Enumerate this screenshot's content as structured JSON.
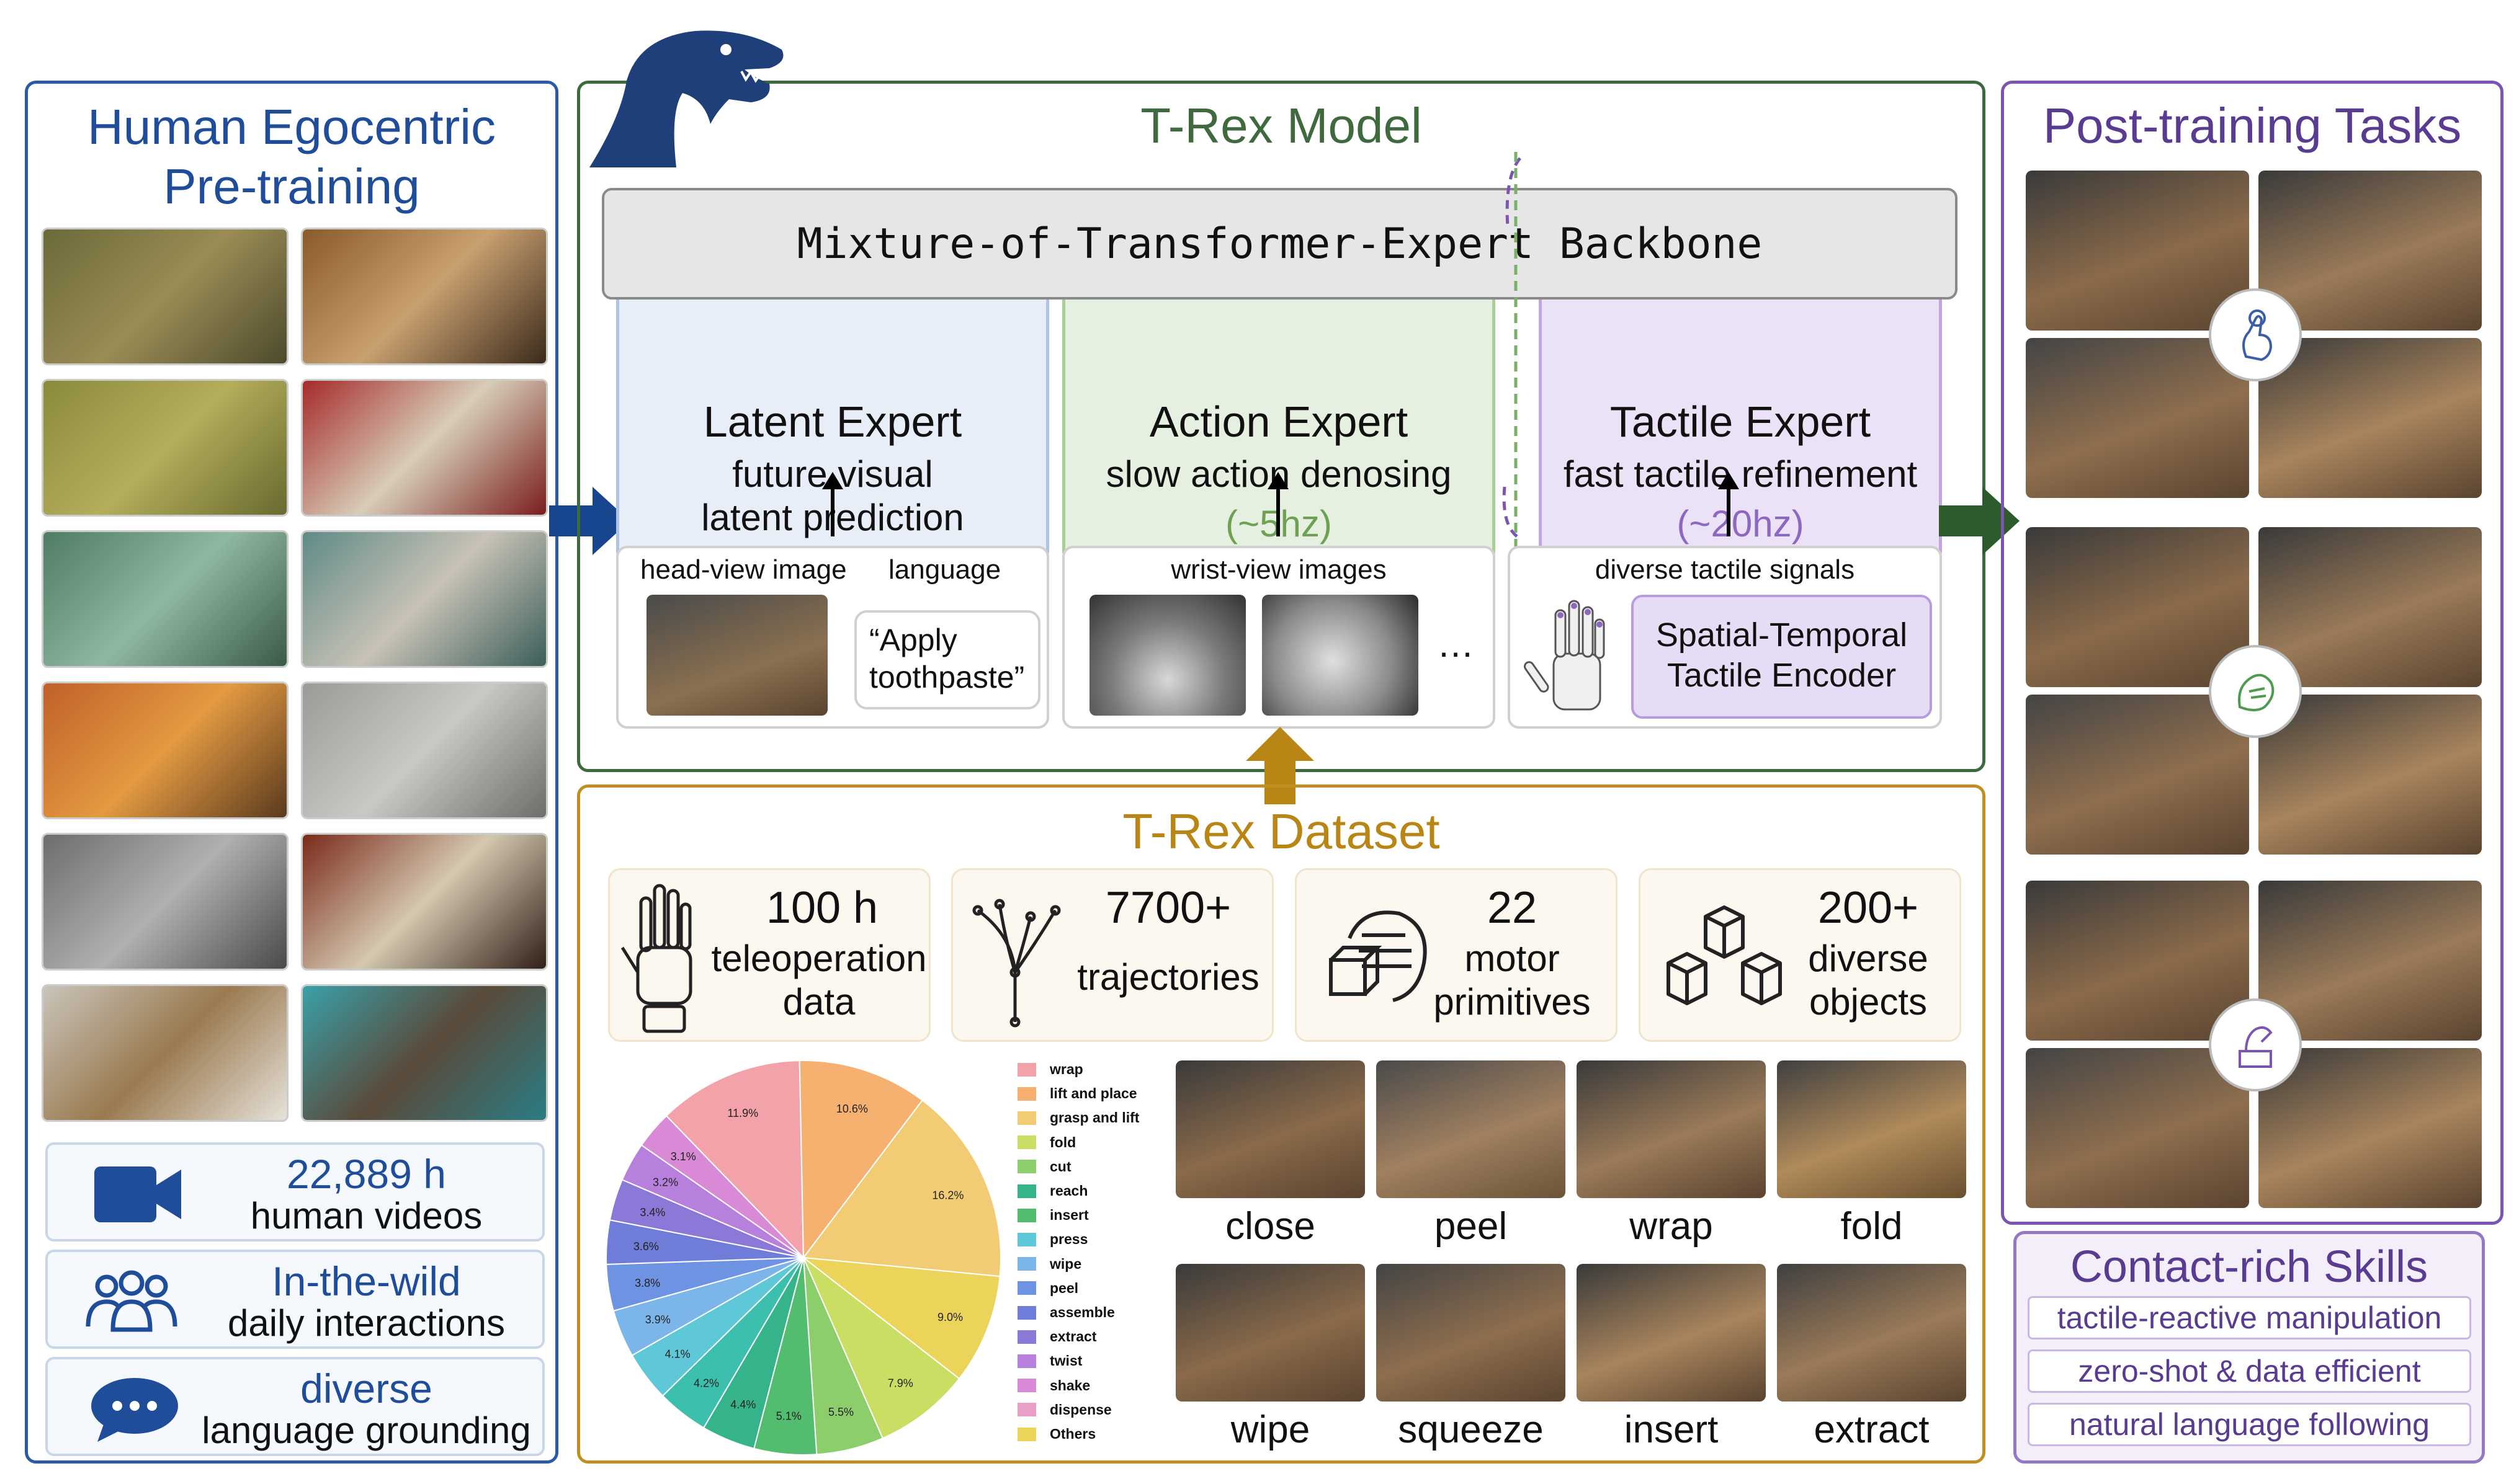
{
  "left": {
    "title_line1": "Human Egocentric",
    "title_line2": "Pre-training",
    "stats": [
      {
        "value": "22,889 h",
        "label": "human videos",
        "icon": "video-camera-icon"
      },
      {
        "value": "In-the-wild",
        "label": "daily interactions",
        "icon": "people-icon"
      },
      {
        "value": "diverse",
        "label": "language grounding",
        "icon": "chat-bubble-icon"
      }
    ]
  },
  "model": {
    "title": "T-Rex Model",
    "backbone": "Mixture-of-Transformer-Expert Backbone",
    "experts": [
      {
        "title": "Latent Expert",
        "line1": "future visual",
        "line2": "latent prediction",
        "line3": ""
      },
      {
        "title": "Action Expert",
        "line1": "slow action denosing",
        "line2": "(~5hz)",
        "line3": ""
      },
      {
        "title": "Tactile Expert",
        "line1": "fast tactile refinement",
        "line2": "(~20hz)",
        "line3": ""
      }
    ],
    "inputs": {
      "head_view_label": "head-view image",
      "language_label": "language",
      "quote_line1": "“Apply",
      "quote_line2": "toothpaste”",
      "wrist_view_label": "wrist-view images",
      "ellipsis": "…",
      "tactile_label": "diverse tactile signals",
      "encoder_line1": "Spatial-Temporal",
      "encoder_line2": "Tactile Encoder"
    }
  },
  "dataset": {
    "title": "T-Rex Dataset",
    "cards": [
      {
        "big": "100 h",
        "line1": "teleoperation",
        "line2": "data",
        "icon": "robot-hand-icon"
      },
      {
        "big": "7700+",
        "line1": "trajectories",
        "line2": "",
        "icon": "trajectory-tree-icon"
      },
      {
        "big": "22",
        "line1": "motor",
        "line2": "primitives",
        "icon": "hand-grasp-icon"
      },
      {
        "big": "200+",
        "line1": "diverse",
        "line2": "objects",
        "icon": "cubes-icon"
      }
    ],
    "primitives_row1": [
      "close",
      "peel",
      "wrap",
      "fold"
    ],
    "primitives_row2": [
      "wipe",
      "squeeze",
      "insert",
      "extract"
    ]
  },
  "chart_data": {
    "type": "pie",
    "title": "",
    "slices": [
      {
        "label": "wrap",
        "value": 11.9,
        "color": "#f4a2a9"
      },
      {
        "label": "lift and place",
        "value": 10.6,
        "color": "#f6b070"
      },
      {
        "label": "grasp and lift",
        "value": 16.2,
        "color": "#f2cc74"
      },
      {
        "label": "fold",
        "value": 9.0,
        "color": "#ecd35a"
      },
      {
        "label": "cut",
        "value": 7.9,
        "color": "#c9de62"
      },
      {
        "label": "reach",
        "value": 5.5,
        "color": "#8dce6c"
      },
      {
        "label": "insert",
        "value": 5.1,
        "color": "#52bc6f"
      },
      {
        "label": "press",
        "value": 4.4,
        "color": "#35b38a"
      },
      {
        "label": "wipe",
        "value": 4.2,
        "color": "#3dbfae"
      },
      {
        "label": "peel",
        "value": 4.1,
        "color": "#5ec7d8"
      },
      {
        "label": "assemble",
        "value": 3.9,
        "color": "#7cb5ea"
      },
      {
        "label": "extract",
        "value": 3.8,
        "color": "#6d93e2"
      },
      {
        "label": "twist",
        "value": 3.6,
        "color": "#6f7dd8"
      },
      {
        "label": "shake",
        "value": 3.4,
        "color": "#8c78d6"
      },
      {
        "label": "dispense",
        "value": 3.2,
        "color": "#b680dc"
      },
      {
        "label": "Others",
        "value": 3.1,
        "color": "#d88ad6"
      }
    ],
    "legend": [
      "wrap",
      "lift and place",
      "grasp and lift",
      "fold",
      "cut",
      "reach",
      "insert",
      "press",
      "wipe",
      "peel",
      "assemble",
      "extract",
      "twist",
      "shake",
      "dispense",
      "Others"
    ],
    "legend_colors": [
      "#f4a2a9",
      "#f6b070",
      "#f2cc74",
      "#c9de62",
      "#8dce6c",
      "#35b38a",
      "#52bc6f",
      "#5ec7d8",
      "#7cb5ea",
      "#6d93e2",
      "#6f7dd8",
      "#8c78d6",
      "#b680dc",
      "#d88ad6",
      "#e99ec8",
      "#ecd35a"
    ]
  },
  "right": {
    "title": "Post-training Tasks",
    "skills_title": "Contact-rich Skills",
    "skills": [
      "tactile-reactive manipulation",
      "zero-shot & data efficient",
      "natural language following"
    ]
  },
  "colors": {
    "blue": "#1f4d9a",
    "green": "#3f6a3e",
    "gold": "#b98514",
    "purple": "#5a3b92"
  }
}
